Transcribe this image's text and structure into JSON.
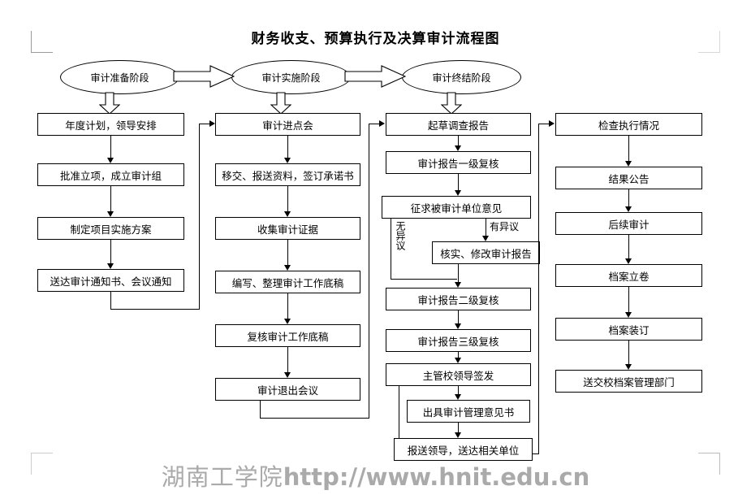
{
  "page": {
    "title": "财务收支、预算执行及决算审计流程图",
    "watermark_cn": "湖南工学院",
    "watermark_url": "http://www.hnit.edu.cn"
  },
  "stages": [
    {
      "id": "stage-prepare",
      "label": "审计准备阶段"
    },
    {
      "id": "stage-implement",
      "label": "审计实施阶段"
    },
    {
      "id": "stage-conclude",
      "label": "审计终结阶段"
    }
  ],
  "columns": [
    {
      "id": "column-preparation",
      "steps": [
        {
          "id": "step-annual-plan",
          "label": "年度计划，领导安排"
        },
        {
          "id": "step-approve-setup",
          "label": "批准立项，成立审计组"
        },
        {
          "id": "step-make-plan",
          "label": "制定项目实施方案"
        },
        {
          "id": "step-send-notice",
          "label": "送达审计通知书、会议通知"
        }
      ]
    },
    {
      "id": "column-implementation",
      "steps": [
        {
          "id": "step-entry-meeting",
          "label": "审计进点会"
        },
        {
          "id": "step-submit-materials",
          "label": "移交、报送资料，签订承诺书"
        },
        {
          "id": "step-collect-evidence",
          "label": "收集审计证据"
        },
        {
          "id": "step-write-workpaper",
          "label": "编写、整理审计工作底稿"
        },
        {
          "id": "step-review-workpaper",
          "label": "复核审计工作底稿"
        },
        {
          "id": "step-exit-meeting",
          "label": "审计退出会议"
        }
      ]
    },
    {
      "id": "column-conclusion",
      "steps": [
        {
          "id": "step-draft-report",
          "label": "起草调查报告"
        },
        {
          "id": "step-review-level1",
          "label": "审计报告一级复核"
        },
        {
          "id": "step-solicit-opinion",
          "label": "征求被审计单位意见"
        },
        {
          "id": "step-verify-revise",
          "label": "核实、修改审计报告"
        },
        {
          "id": "step-review-level2",
          "label": "审计报告二级复核"
        },
        {
          "id": "step-review-level3",
          "label": "审计报告三级复核"
        },
        {
          "id": "step-leader-sign",
          "label": "主管校领导签发"
        },
        {
          "id": "step-issue-opinion",
          "label": "出具审计管理意见书"
        },
        {
          "id": "step-report-deliver",
          "label": "报送领导，送达相关单位"
        }
      ]
    },
    {
      "id": "column-followup",
      "steps": [
        {
          "id": "step-check-execution",
          "label": "检查执行情况"
        },
        {
          "id": "step-publish-result",
          "label": "结果公告"
        },
        {
          "id": "step-followup-audit",
          "label": "后续审计"
        },
        {
          "id": "step-file-archive",
          "label": "档案立卷"
        },
        {
          "id": "step-bind-archive",
          "label": "档案装订"
        },
        {
          "id": "step-submit-archive",
          "label": "送交校档案管理部门"
        }
      ]
    }
  ],
  "edge_labels": {
    "has_objection": "有异议",
    "no_objection": "无异议"
  }
}
